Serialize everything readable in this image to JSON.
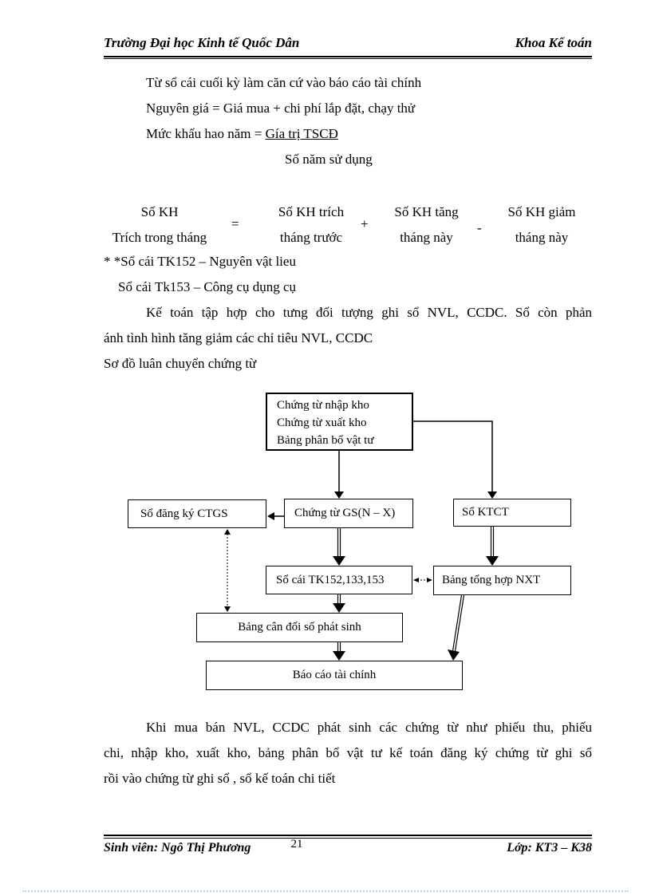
{
  "page": {
    "header": {
      "left": "Trường Đại học Kinh tế Quốc Dân",
      "right": "Khoa Kế toán"
    },
    "intro": {
      "line1": "Từ sổ cái cuối kỳ làm căn cứ vào báo cáo tài chính",
      "line2": "Nguyên giá = Giá mua + chi phí lắp đặt, chạy thử",
      "line3_prefix": "Mức khấu hao năm = ",
      "line3_fraction_numerator": "Gía trị TSCĐ",
      "line4_fraction_denominator": "Số năm sử dụng"
    },
    "formula": {
      "terms": [
        {
          "top": "Số KH",
          "bottom": "Trích trong tháng"
        },
        {
          "top": "Số KH trích",
          "bottom": "tháng trước"
        },
        {
          "top": "Số KH tăng",
          "bottom": "tháng này"
        },
        {
          "top": "Số KH giảm",
          "bottom": "tháng này"
        }
      ],
      "operators": [
        "=",
        "+",
        "-"
      ]
    },
    "notes": {
      "line1": "* *Sổ cái TK152 – Nguyên vật lieu",
      "line2": "Sổ cái Tk153 – Công cụ dụng cụ",
      "para_line1": "Kế toán tập hợp cho tưng đối tượng ghi sổ NVL, CCDC. Sổ còn phản",
      "para_line2": "ánh tình hình tăng giảm các chỉ tiêu NVL, CCDC",
      "diagram_caption": "Sơ đồ luân chuyển chứng từ"
    },
    "flowchart": {
      "source_lines": [
        "Chứng từ nhập kho",
        "Chứng từ xuất kho",
        "Bảng phân bổ vật tư"
      ],
      "so_dang_ky": "Sổ đăng ký CTGS",
      "chung_tu_gs": "Chứng từ GS(N – X)",
      "so_ktct": "Sổ KTCT",
      "so_cai": "Sổ cái TK152,133,153",
      "bang_tong_hop": "Bảng tổng hợp NXT",
      "bang_can_doi": "Bảng cân đối số phát sinh",
      "bao_cao": "Báo cáo tài chính"
    },
    "closing": {
      "line1": "Khi mua bán NVL, CCDC phát sinh các chứng từ như phiếu thu, phiếu",
      "line2": "chi, nhập kho, xuất kho, bảng phân bổ vật tư kế toán đăng ký chứng từ ghi sổ",
      "line3": "rồi vào chứng từ ghi sổ , sổ kế toán chi tiết"
    },
    "footer": {
      "left": "Sinh viên: Ngô Thị Phương",
      "page_number": "21",
      "right": "Lớp: KT3 – K38"
    }
  }
}
